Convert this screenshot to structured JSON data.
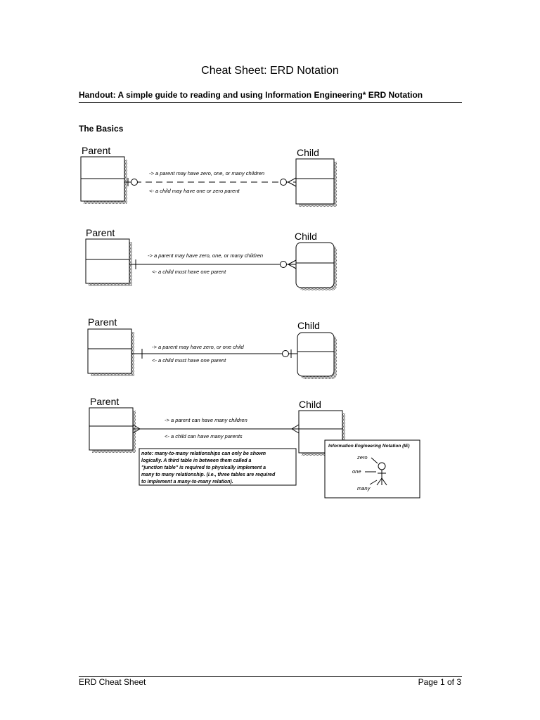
{
  "title": "Cheat Sheet: ERD Notation",
  "subtitle": "Handout: A simple guide to reading and using Information Engineering* ERD Notation",
  "section_title": "The Basics",
  "diagrams": [
    {
      "parent": "Parent",
      "child": "Child",
      "forward": "-> a parent may have zero, one, or many children",
      "backward": "<- a child may have one or zero parent"
    },
    {
      "parent": "Parent",
      "child": "Child",
      "forward": "-> a parent may have zero, one, or many children",
      "backward": "<- a child must have one parent"
    },
    {
      "parent": "Parent",
      "child": "Child",
      "forward": "-> a parent may have zero, or one child",
      "backward": "<- a child must have one parent"
    },
    {
      "parent": "Parent",
      "child": "Child",
      "forward": "-> a parent can have many children",
      "backward": "<- a child can have many parents"
    }
  ],
  "note_lines": [
    "note: many-to-many relationships can only be shown",
    "logically.  A third table in between them called a",
    "\"junction table\" is required to physically implement a",
    "many to many relationship. (i.e., three tables are required",
    "to implement a many-to-many relation)."
  ],
  "legend": {
    "title": "Information Engineering Notation (IE)",
    "zero": "zero",
    "one": "one",
    "many": "many"
  },
  "footer": {
    "left": "ERD Cheat Sheet",
    "right": "Page 1 of 3"
  }
}
